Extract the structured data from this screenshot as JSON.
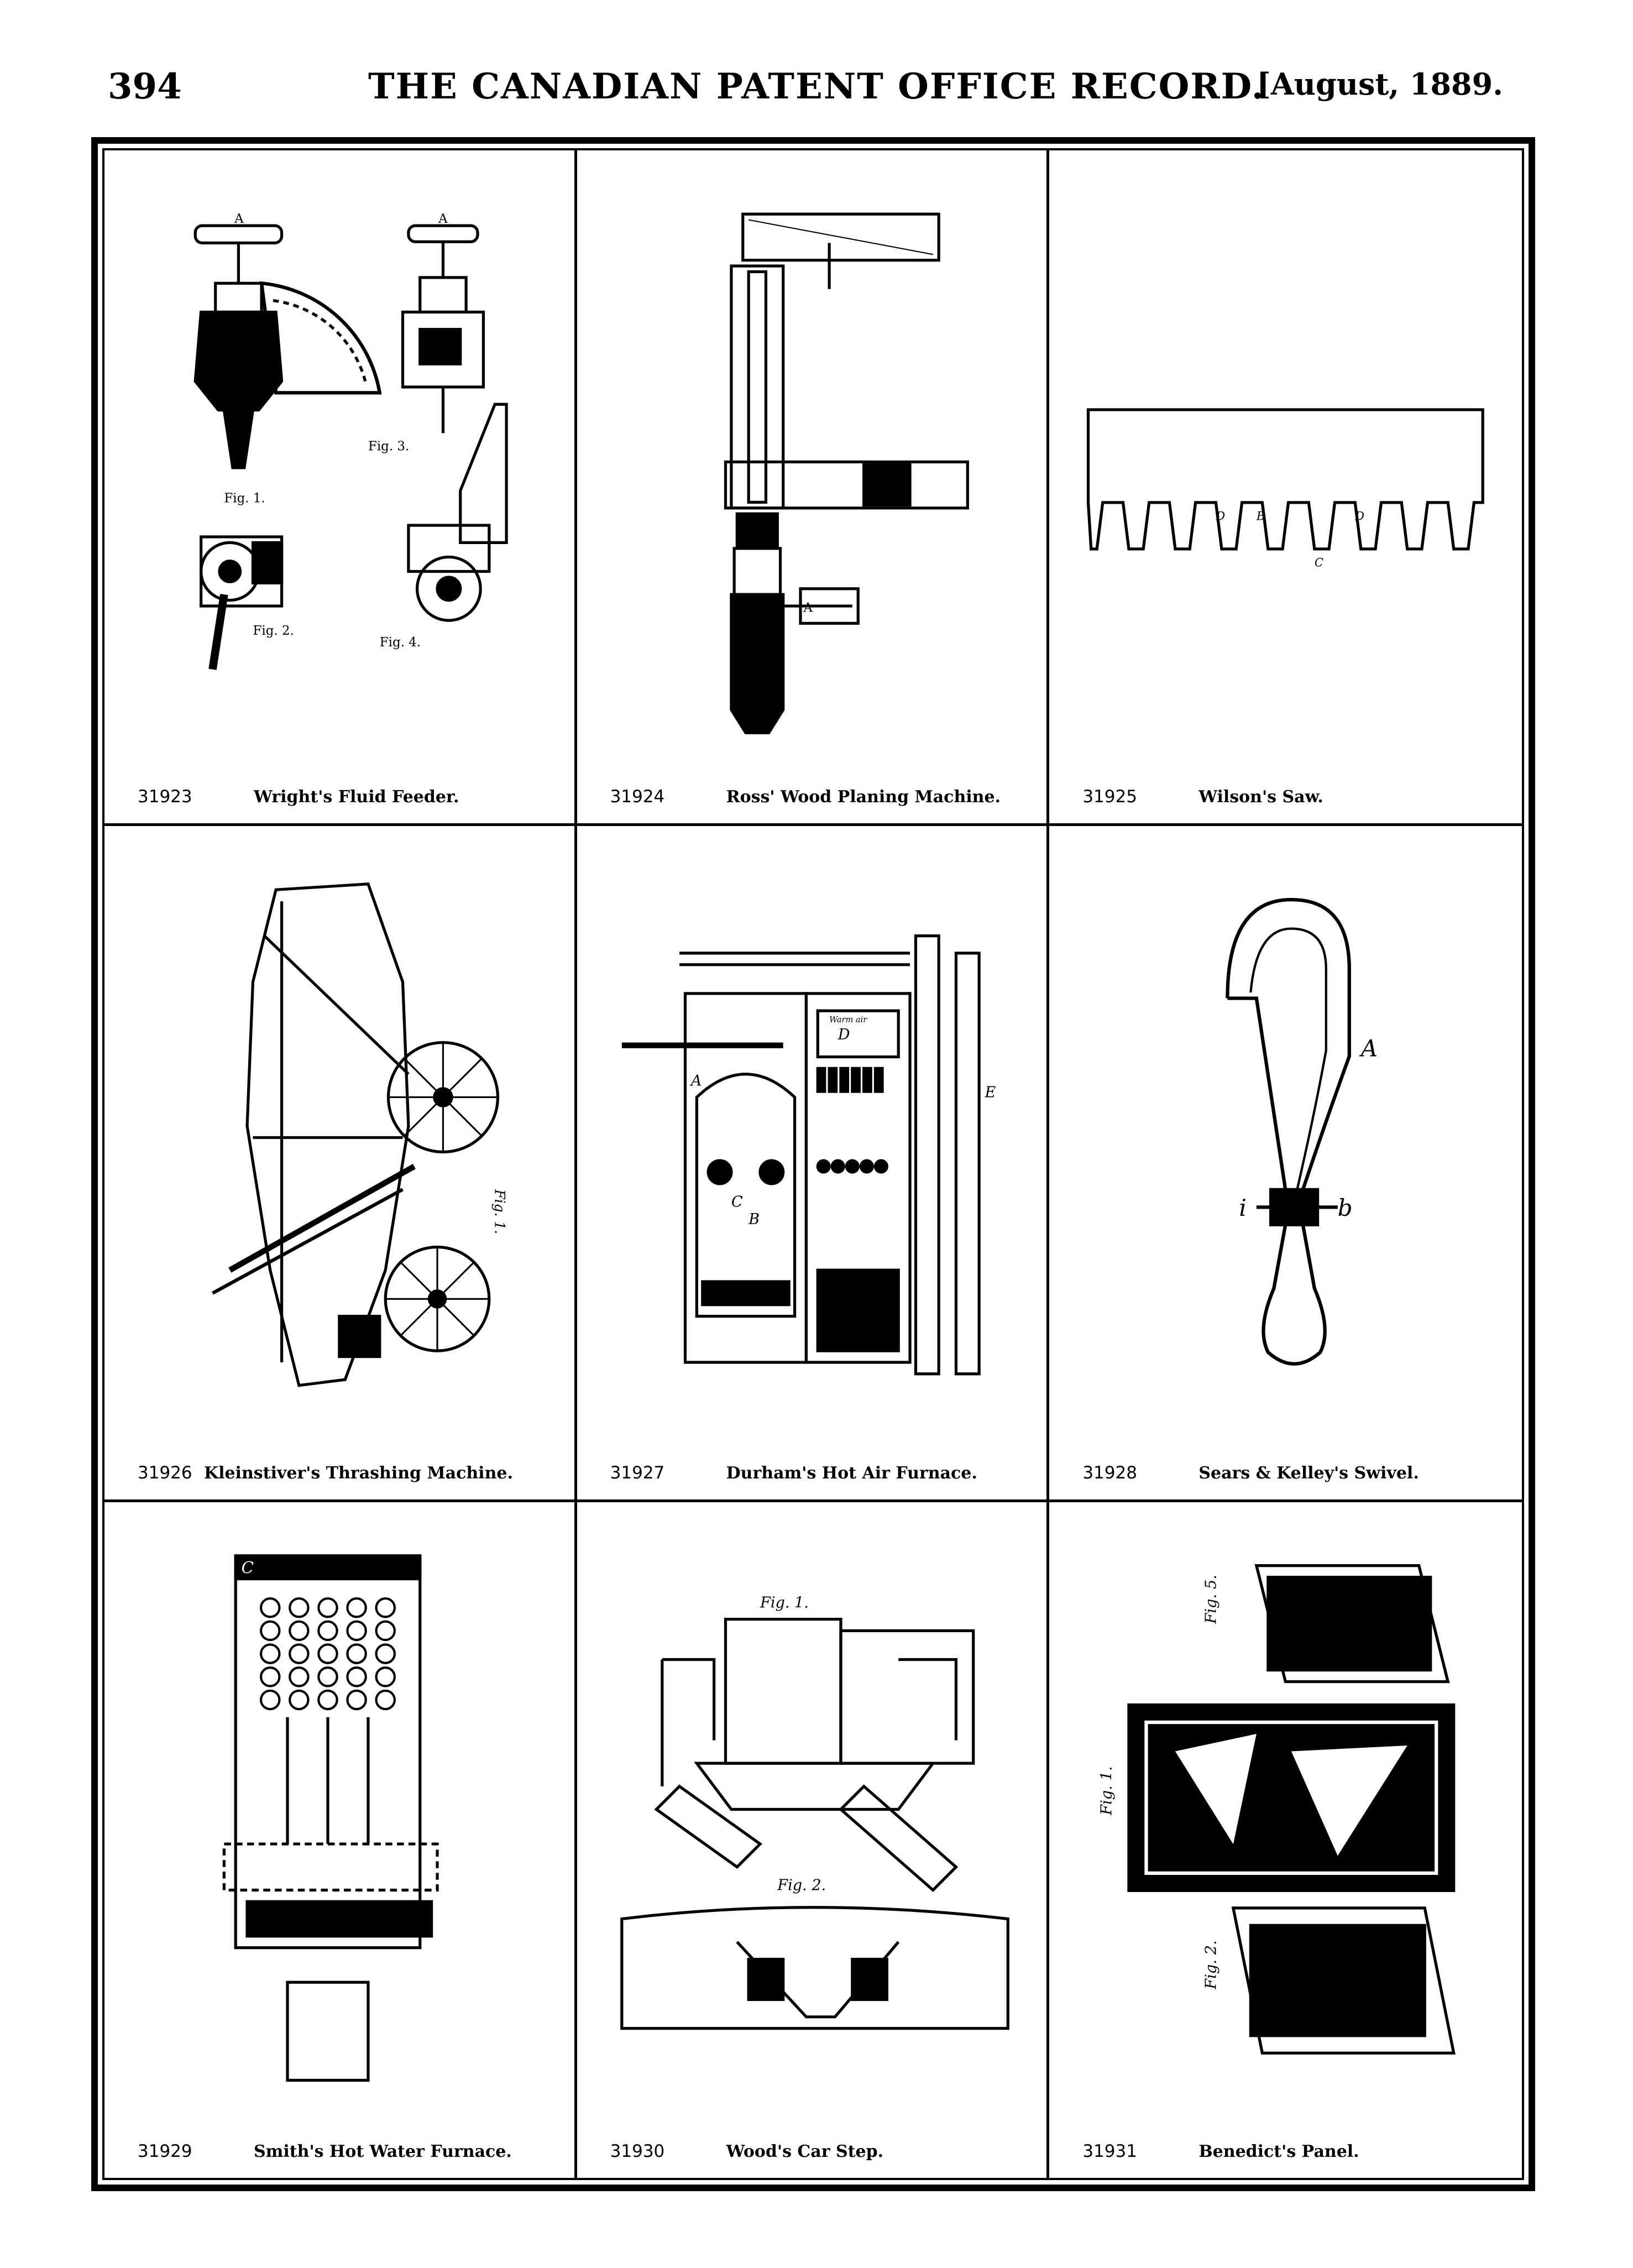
{
  "header": {
    "page_number": "394",
    "journal_title": "THE CANADIAN PATENT OFFICE RECORD.",
    "issue_date": "[August, 1889."
  },
  "patents": [
    {
      "number": "31923",
      "title": "Wright's Fluid Feeder."
    },
    {
      "number": "31924",
      "title": "Ross' Wood Planing Machine."
    },
    {
      "number": "31925",
      "title": "Wilson's Saw."
    },
    {
      "number": "31926",
      "title": "Kleinstiver's Thrashing Machine."
    },
    {
      "number": "31927",
      "title": "Durham's Hot Air Furnace."
    },
    {
      "number": "31928",
      "title": "Sears & Kelley's Swivel."
    },
    {
      "number": "31929",
      "title": "Smith's Hot Water Furnace."
    },
    {
      "number": "31930",
      "title": "Wood's Car Step."
    },
    {
      "number": "31931",
      "title": "Benedict's Panel."
    }
  ],
  "figure_labels": {
    "fig1": "Fig. 1.",
    "fig2": "Fig. 2.",
    "fig3": "Fig. 3.",
    "fig4": "Fig. 4.",
    "fig5": "Fig. 5.",
    "A": "A",
    "B": "B",
    "C": "C",
    "D": "D",
    "E": "E",
    "b": "b",
    "i": "i",
    "warm_air": "Warm air"
  }
}
